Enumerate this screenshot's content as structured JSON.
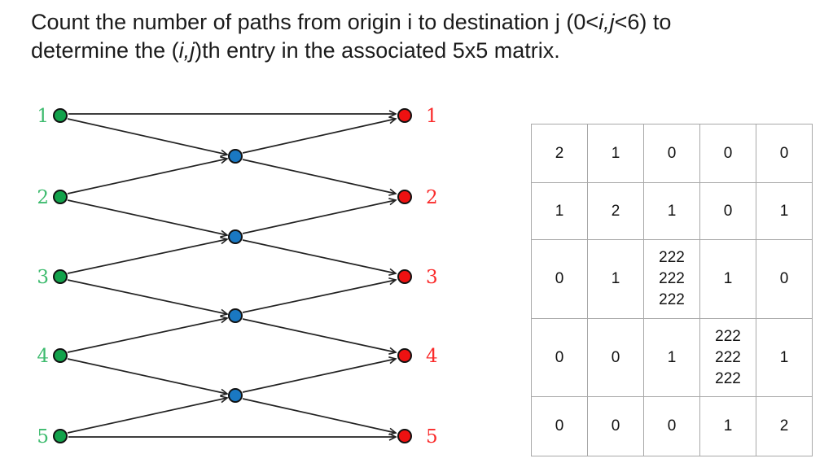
{
  "title": {
    "l1_pre": "Count the number of paths from origin i to destination j (0<",
    "l1_italic": "i,j",
    "l1_post": "<6) to",
    "l2_pre": "determine the (",
    "l2_italic": "i,j",
    "l2_post": ")th entry in the associated 5x5 matrix."
  },
  "graph": {
    "origin_labels": [
      "1",
      "2",
      "3",
      "4",
      "5"
    ],
    "destination_labels": [
      "1",
      "2",
      "3",
      "4",
      "5"
    ],
    "colors": {
      "origin_node_fill": "#12a24b",
      "origin_label_text": "#3dbb6e",
      "intermediate_node_fill": "#1a78c2",
      "destination_node_fill": "#ee1111",
      "destination_label_text": "#fa2a2a",
      "edge_stroke": "#222222",
      "node_outline": "#111111"
    }
  },
  "matrix": {
    "rows": [
      [
        "2",
        "1",
        "0",
        "0",
        "0"
      ],
      [
        "1",
        "2",
        "1",
        "0",
        "1"
      ],
      [
        "0",
        "1",
        "222\n222\n222",
        "1",
        "0"
      ],
      [
        "0",
        "0",
        "1",
        "222\n222\n222",
        "1"
      ],
      [
        "0",
        "0",
        "0",
        "1",
        "2"
      ]
    ]
  }
}
